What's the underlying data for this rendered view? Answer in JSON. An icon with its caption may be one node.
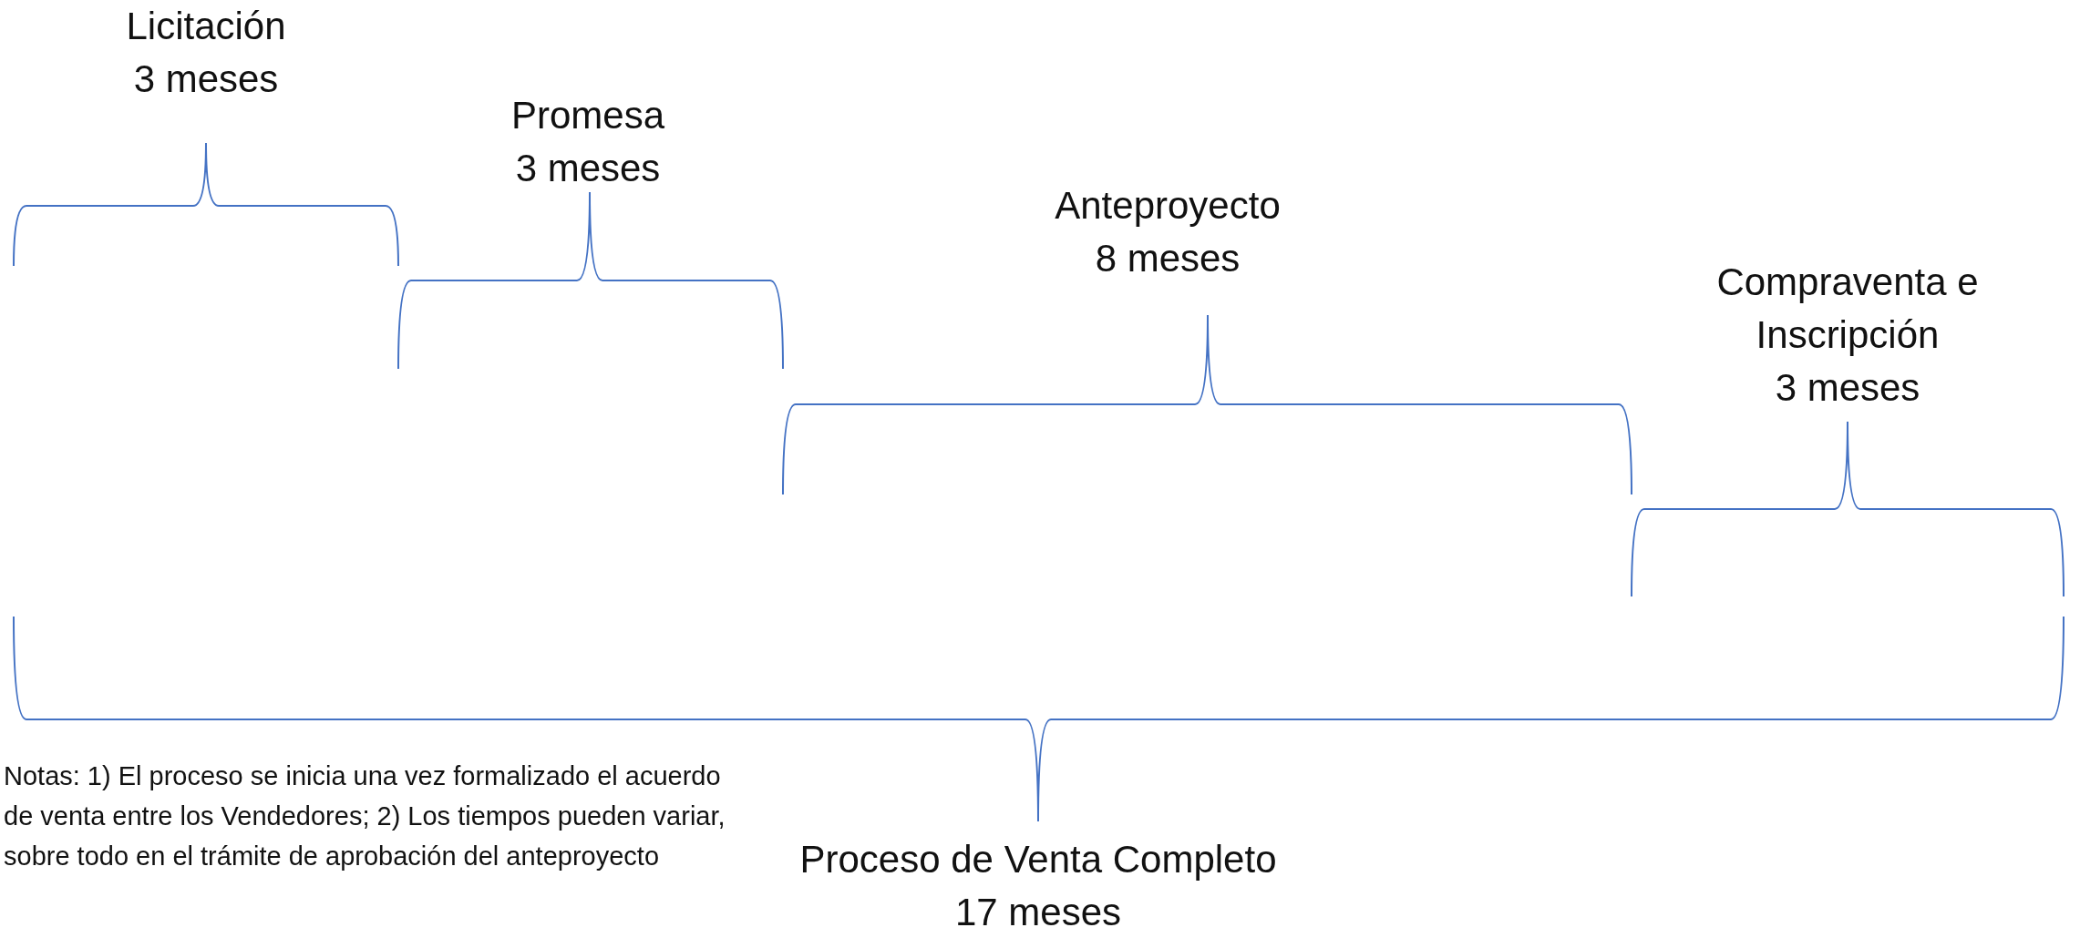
{
  "diagram": {
    "nodes": [
      {
        "text": [
          "Licitación",
          "3 meses"
        ]
      },
      {
        "text": [
          "Promesa",
          "3 meses"
        ]
      },
      {
        "text": [
          "Anteproyecto",
          "8 meses"
        ]
      },
      {
        "text": [
          "Compraventa e Inscripción",
          "3 meses"
        ]
      },
      {
        "text": [
          "Proceso de Venta Completo",
          "17 meses"
        ]
      }
    ],
    "edges": [],
    "labels": [
      "Notas: 1) El proceso se inicia una vez formalizado el acuerdo de venta entre los Vendedores; 2) Los tiempos pueden variar, sobre todo en el trámite de aprobación del anteproyecto"
    ]
  }
}
